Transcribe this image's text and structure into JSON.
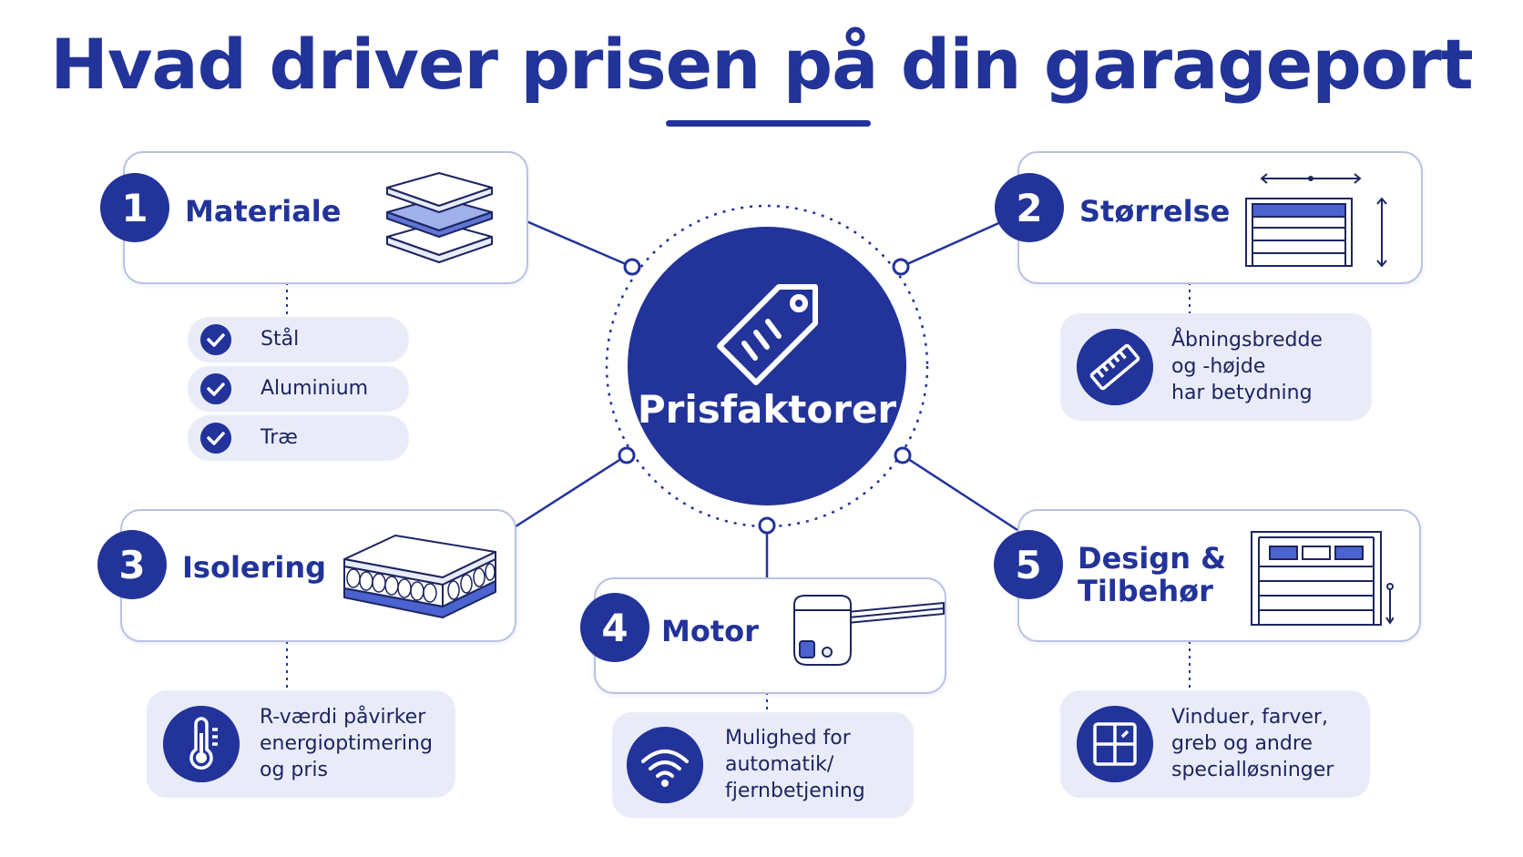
{
  "title": "Hvad driver prisen på din garageport",
  "center": {
    "label": "Prisfaktorer",
    "icon": "price-tag-icon"
  },
  "factors": [
    {
      "number": "1",
      "title": "Materiale",
      "icon": "material-layers-icon",
      "options": [
        "Stål",
        "Aluminium",
        "Træ"
      ]
    },
    {
      "number": "2",
      "title": "Størrelse",
      "icon": "garage-door-size-icon",
      "detail_icon": "ruler-icon",
      "detail_lines": [
        "Åbningsbredde",
        "og -højde",
        "har betydning"
      ]
    },
    {
      "number": "3",
      "title": "Isolering",
      "icon": "insulation-panel-icon",
      "detail_icon": "thermometer-icon",
      "detail_lines": [
        "R-værdi påvirker",
        "energioptimering",
        "og pris"
      ]
    },
    {
      "number": "4",
      "title": "Motor",
      "icon": "garage-motor-icon",
      "detail_icon": "wifi-icon",
      "detail_lines": [
        "Mulighed for",
        "automatik/",
        "fjernbetjening"
      ]
    },
    {
      "number": "5",
      "title_lines": [
        "Design &",
        "Tilbehør"
      ],
      "icon": "garage-door-windows-icon",
      "detail_icon": "window-icon",
      "detail_lines": [
        "Vinduer, farver,",
        "greb og andre",
        "specialløsninger"
      ]
    }
  ],
  "colors": {
    "primary": "#22339a",
    "card_border": "#b9c1e3",
    "pill_bg": "#e9ecf8",
    "text_dark": "#1d2560"
  }
}
